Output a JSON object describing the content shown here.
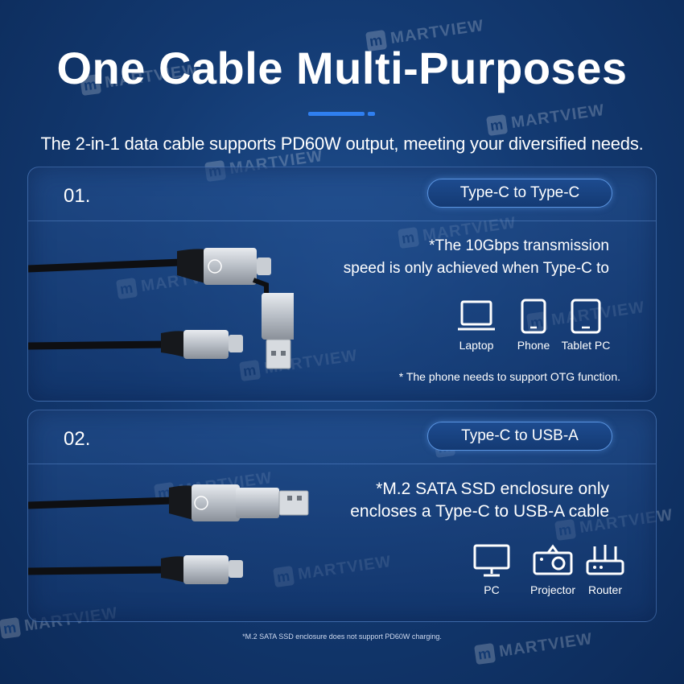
{
  "title": "One Cable Multi-Purposes",
  "subtitle": "The 2-in-1 data cable supports PD60W output, meeting your diversified needs.",
  "panel1": {
    "number": "01.",
    "label": "Type-C to Type-C",
    "desc_line1": "*The 10Gbps transmission",
    "desc_line2": "speed is only achieved when Type-C to",
    "devices": [
      "Laptop",
      "Phone",
      "Tablet PC"
    ],
    "note": "* The phone needs to support OTG function."
  },
  "panel2": {
    "number": "02.",
    "label": "Type-C to USB-A",
    "desc_line1": "*M.2 SATA SSD enclosure only",
    "desc_line2": "encloses a Type-C to USB-A cable",
    "devices": [
      "PC",
      "Projector",
      "Router"
    ]
  },
  "footnote": "*M.2 SATA SSD enclosure does not support PD60W charging.",
  "watermark": {
    "letter": "m",
    "text": "MARTVIEW"
  },
  "colors": {
    "background": "#133a72",
    "accent": "#2f7ff0",
    "pill_border": "#5a94e0"
  }
}
